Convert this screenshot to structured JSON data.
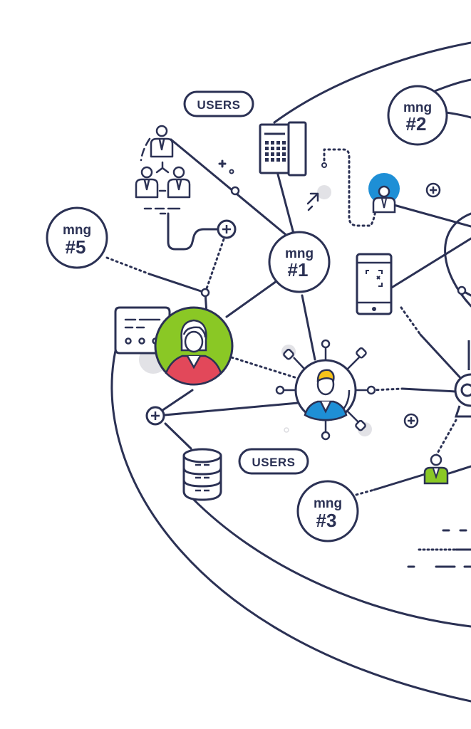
{
  "colors": {
    "navy": "#2b3154",
    "green": "#8ac825",
    "red": "#e2485a",
    "blue": "#1e8fd6",
    "yellow": "#f6c31a",
    "grey": "#e2e2e6"
  },
  "labels": {
    "users_top": "USERS",
    "users_bottom": "USERS"
  },
  "nodes": {
    "mng1": {
      "word": "mng",
      "num": "#1"
    },
    "mng2": {
      "word": "mng",
      "num": "#2"
    },
    "mng3": {
      "word": "mng",
      "num": "#3"
    },
    "mng5": {
      "word": "mng",
      "num": "#5"
    }
  },
  "icons": [
    "user-group-icon",
    "desk-phone-icon",
    "cursor-icon",
    "user-icon-blue",
    "plus-icon",
    "smartphone-icon",
    "chat-bubble-icon",
    "avatar-woman-icon",
    "avatar-man-icon",
    "database-icon",
    "webcam-icon",
    "user-icon-green"
  ]
}
